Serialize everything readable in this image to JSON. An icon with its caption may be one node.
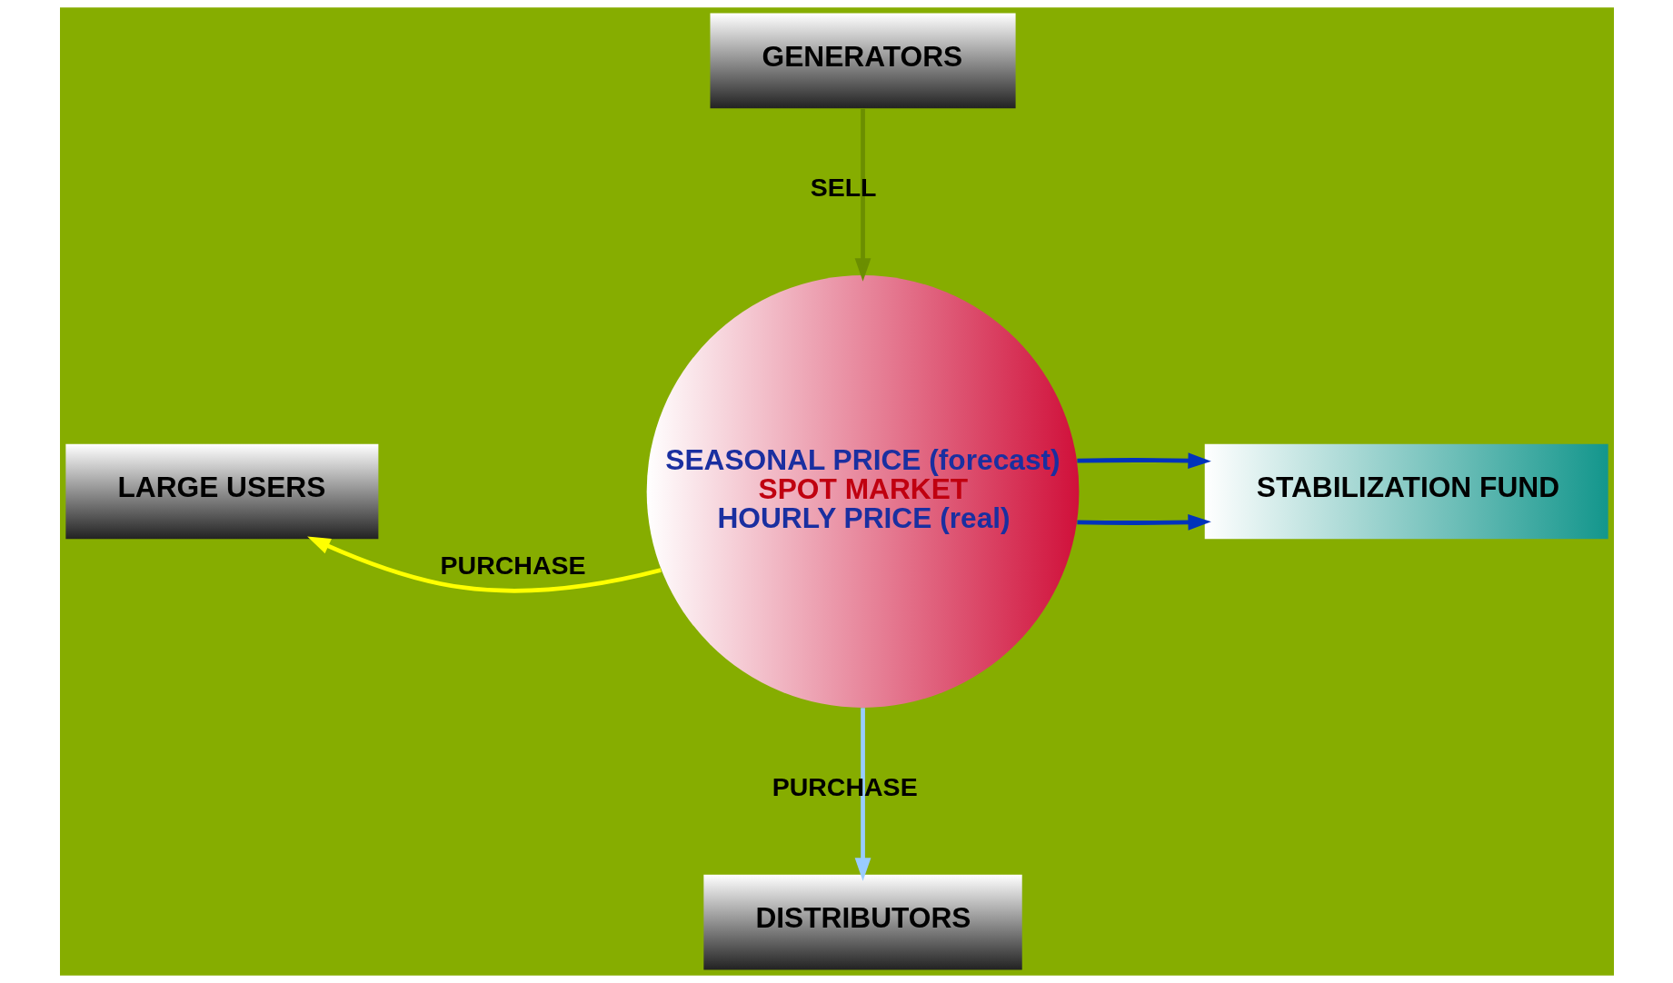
{
  "diagram": {
    "nodes": [
      {
        "text": [
          "DISTRIBUTORS"
        ]
      },
      {
        "text": [
          "SEASONAL PRICE (forecast)",
          "SPOT MARKET",
          "HOURLY PRICE (real)"
        ]
      },
      {
        "text": [
          "STABILIZATION FUND"
        ]
      },
      {
        "text": [
          "LARGE USERS"
        ]
      },
      {
        "text": [
          "GENERATORS"
        ]
      }
    ],
    "edges": [
      {
        "from": 1,
        "to": 0,
        "arrow": "to",
        "label": "PURCHASE",
        "color": "#99ccff"
      },
      {
        "from": 1,
        "to": 2,
        "arrow": "to",
        "color": "#0033bb"
      },
      {
        "from": 1,
        "to": 2,
        "arrow": "to",
        "color": "#0033bb"
      },
      {
        "from": 1,
        "to": 3,
        "arrow": "to",
        "label": "PURCHASE",
        "color": "#ffff00"
      },
      {
        "from": 4,
        "to": 1,
        "arrow": "to",
        "label": "SELL",
        "color": "#6b8e00"
      }
    ]
  }
}
